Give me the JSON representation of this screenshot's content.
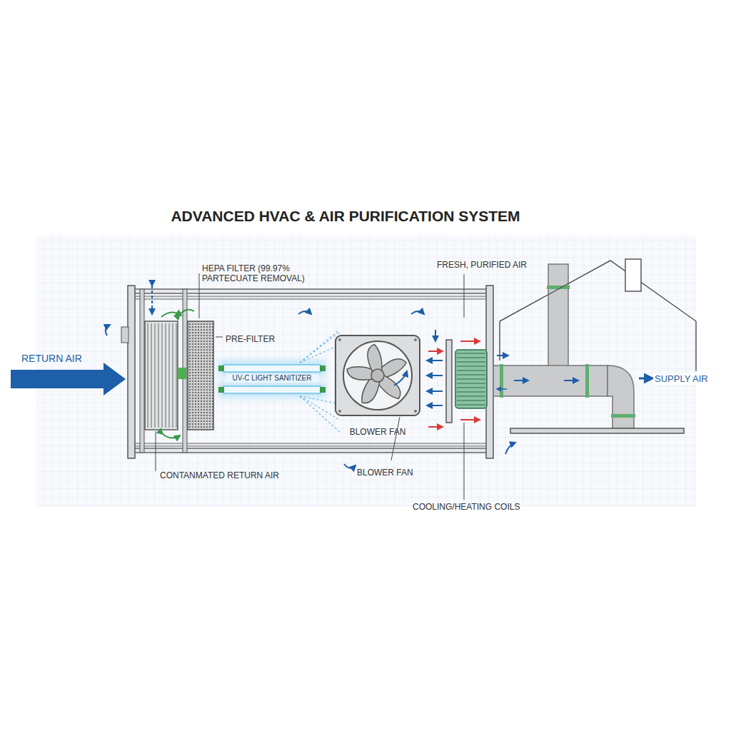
{
  "diagram": {
    "title": "ADVANCED HVAC & AIR PURIFICATION SYSTEM",
    "labels": [
      "HEPA FILTER (99.97% PARTECUATE REMOVAL)",
      "PRE-FILTER",
      "RETURN AIR",
      "UV-C LIGHT SANITIZER",
      "BLOWER FAN",
      "BLOWER FAN",
      "CONTANMATED RETURN AIR",
      "FRESH, PURIFIED AIR",
      "SUPPLY AIR",
      "COOLING/HEATING COILS"
    ]
  }
}
